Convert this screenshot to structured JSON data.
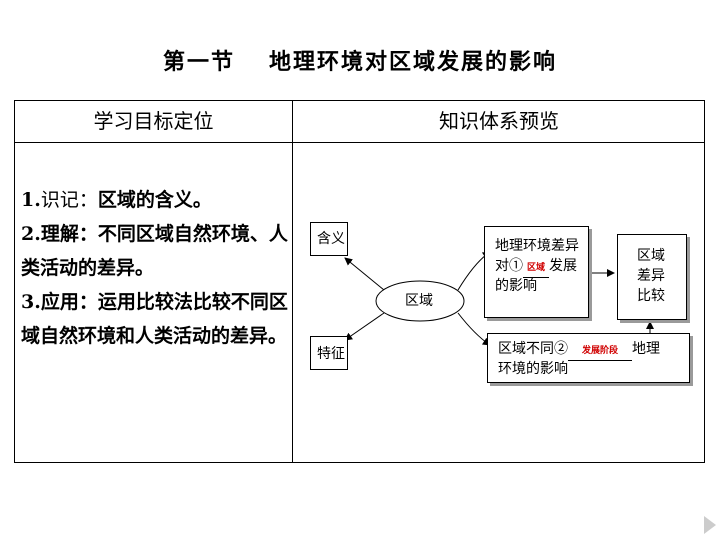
{
  "title": {
    "section": "第一节",
    "main": "地理环境对区域发展的影响"
  },
  "table": {
    "col1_header": "学习目标定位",
    "col2_header": "知识体系预览"
  },
  "goals": [
    {
      "num": "1.",
      "parts": [
        "识记：",
        "区域的含义。"
      ]
    },
    {
      "num": "2.",
      "parts": [
        "理解：",
        "不同区域自然环境、人类活动的差异。"
      ]
    },
    {
      "num": "3.",
      "parts": [
        "应用：",
        "运用比较法比较不同区域自然环境和人类活动的差异。"
      ]
    }
  ],
  "diagram": {
    "meaning": "含义",
    "feature": "特征",
    "region": "区域",
    "box1_line1": "地理环境差异",
    "box1_line2_pre": "对①",
    "box1_blank": "区域",
    "box1_line2_post": "发展",
    "box1_line3": "的影响",
    "compare_line1": "区域",
    "compare_line2": "差异",
    "compare_line3": "比较",
    "box2_line1_pre": "区域不同②",
    "box2_blank": "发展阶段",
    "box2_line1_post": "地理",
    "box2_line2": "环境的影响"
  }
}
